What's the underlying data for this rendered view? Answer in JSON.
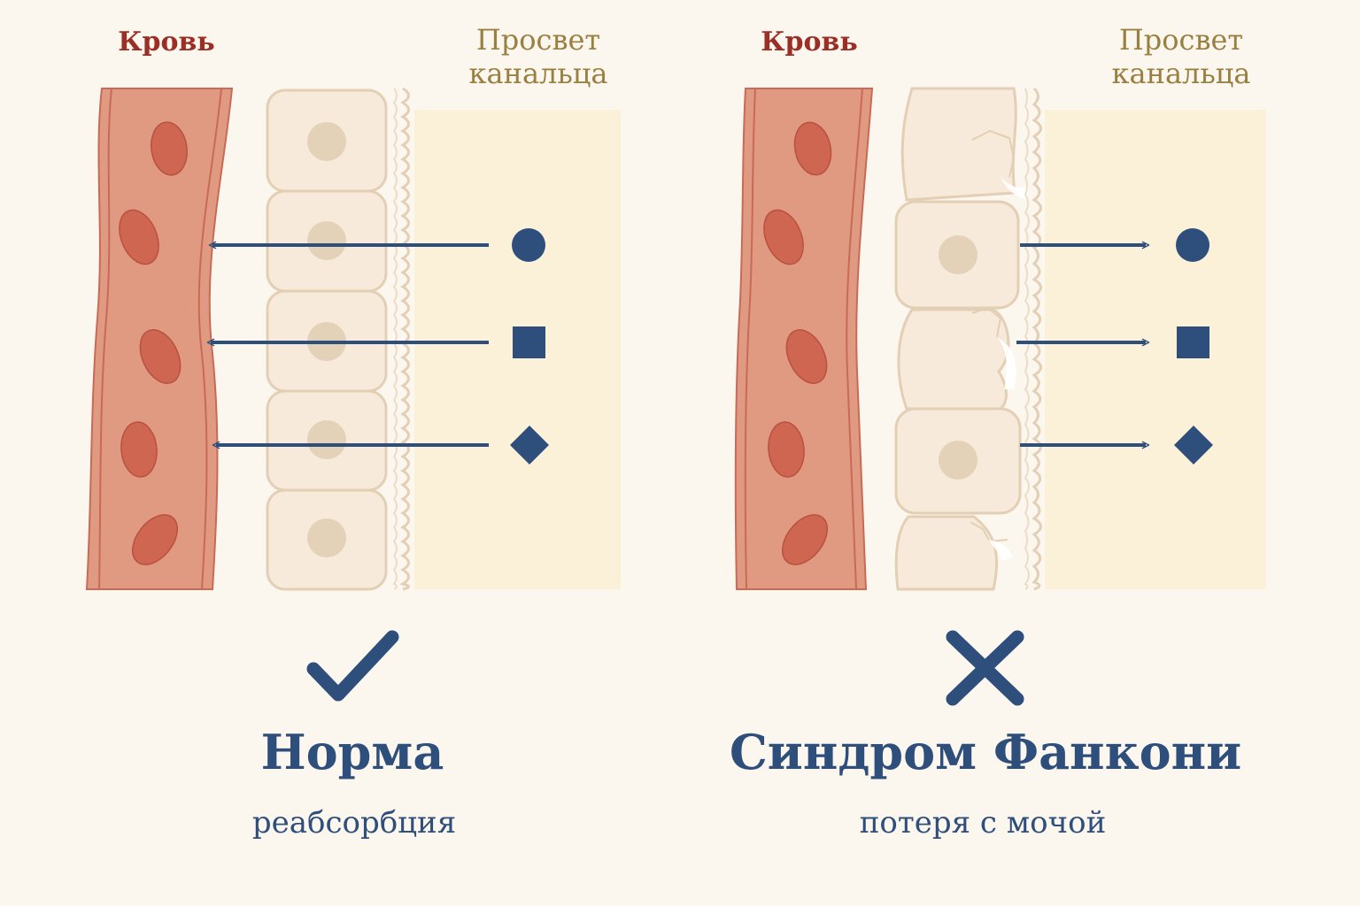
{
  "colors": {
    "background": "#fcf7ee",
    "blood_vessel": "#e09a82",
    "blood_vessel_edge": "#c86a56",
    "red_cell": "#cf6652",
    "epithelial_cell": "#f7eadb",
    "cell_outline": "#e3cfb4",
    "nucleus": "#e3d1b8",
    "lumen": "#fbf1d9",
    "blood_label": "#9c2f25",
    "lumen_label": "#9a8040",
    "accent": "#2e4e7c"
  },
  "panels": [
    {
      "blood_label": "Кровь",
      "lumen_label_line1": "Просвет",
      "lumen_label_line2": "канальца",
      "status_icon": "check-icon",
      "title": "Норма",
      "subtitle": "реабсорбция",
      "transport_direction": "to-blood",
      "tubule_state": "intact"
    },
    {
      "blood_label": "Кровь",
      "lumen_label_line1": "Просвет",
      "lumen_label_line2": "канальца",
      "status_icon": "cross-icon",
      "title": "Синдром Фанкони",
      "subtitle": "потеря с мочой",
      "transport_direction": "to-lumen",
      "tubule_state": "damaged"
    }
  ],
  "solutes": [
    "circle-icon",
    "square-icon",
    "diamond-icon"
  ]
}
